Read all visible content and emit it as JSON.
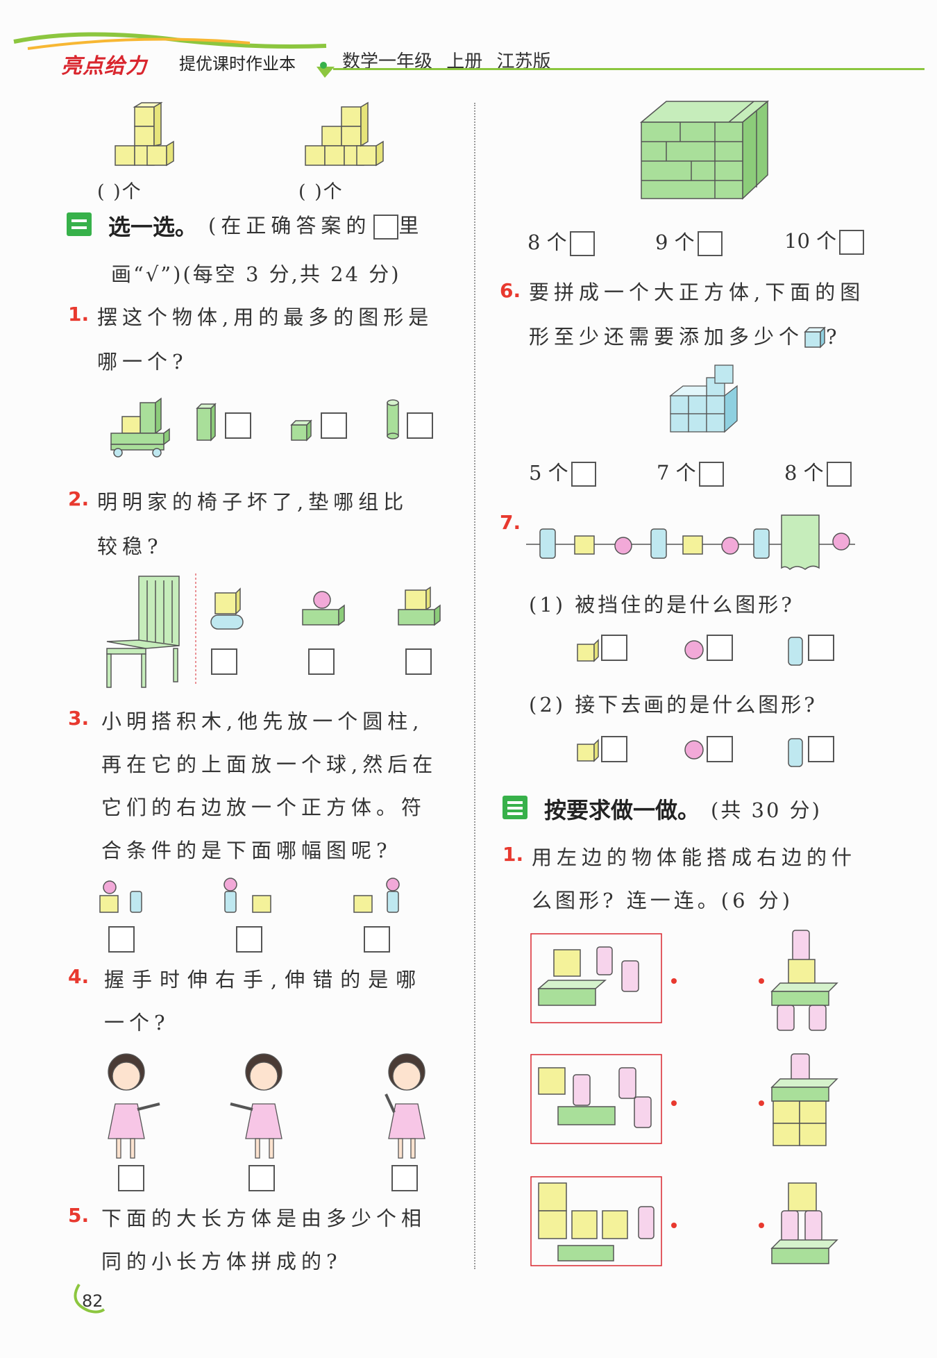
{
  "header": {
    "brand": "亮点给力",
    "subtitle": "提优课时作业本",
    "book_info": "数学一年级 上册 江苏版"
  },
  "top_blanks": [
    "(        )个",
    "(        )个"
  ],
  "section2": {
    "marker": "二",
    "title": "选一选。",
    "instruction_a": "(在正确答案的",
    "instruction_b": "里",
    "instruction_c": "画“√”)(每空 3 分,共 24 分)",
    "q1": {
      "num": "1.",
      "line1": "摆这个物体,用的最多的图形是",
      "line2": "哪一个?"
    },
    "q2": {
      "num": "2.",
      "line1": "明明家的椅子坏了,垫哪组比",
      "line2": "较稳?"
    },
    "q3": {
      "num": "3.",
      "line1": "小明搭积木,他先放一个圆柱,",
      "line2": "再在它的上面放一个球,然后在",
      "line3": "它们的右边放一个正方体。符",
      "line4": "合条件的是下面哪幅图呢?"
    },
    "q4": {
      "num": "4.",
      "line1": "握手时伸右手,伸错的是哪",
      "line2": "一个?"
    },
    "q5": {
      "num": "5.",
      "line1": "下面的大长方体是由多少个相",
      "line2": "同的小长方体拼成的?",
      "options": [
        "8 个",
        "9 个",
        "10 个"
      ]
    },
    "q6": {
      "num": "6.",
      "line1": "要拼成一个大正方体,下面的图",
      "line2": "形至少还需要添加多少个",
      "line2_end": "?",
      "options": [
        "5 个",
        "7 个",
        "8 个"
      ]
    },
    "q7": {
      "num": "7.",
      "sub1": "(1) 被挡住的是什么图形?",
      "sub2": "(2) 接下去画的是什么图形?"
    }
  },
  "section3": {
    "marker": "三",
    "title": "按要求做一做。",
    "points": "(共 30 分)",
    "q1": {
      "num": "1.",
      "line1": "用左边的物体能搭成右边的什",
      "line2": "么图形? 连一连。(6 分)"
    }
  },
  "page_number": "82",
  "colors": {
    "accent_green": "#37b14a",
    "number_red": "#e8392f",
    "cube_yellow": "#f4f29a",
    "block_green": "#a9df9a",
    "cylinder_blue": "#bfe8f0",
    "ball_pink": "#f2a9d8"
  }
}
